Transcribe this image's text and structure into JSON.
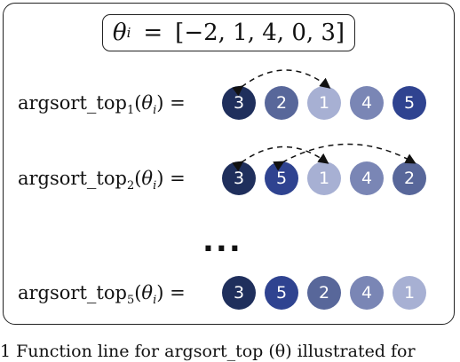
{
  "formula": {
    "symbol": "θ",
    "sub": "i",
    "eq": "=",
    "values": "[−2, 1, 4, 0, 3]"
  },
  "rows": [
    {
      "label_main": "argsort_top",
      "label_sub": "1",
      "label_paren_open": "(",
      "label_theta": "θ",
      "label_theta_sub": "i",
      "label_paren_close": ") =",
      "items": [
        {
          "value": "3",
          "color": "#1f2f5c"
        },
        {
          "value": "2",
          "color": "#58679a"
        },
        {
          "value": "1",
          "color": "#a7b0d3"
        },
        {
          "value": "4",
          "color": "#7a86b5"
        },
        {
          "value": "5",
          "color": "#2f4390"
        }
      ]
    },
    {
      "label_main": "argsort_top",
      "label_sub": "2",
      "label_paren_open": "(",
      "label_theta": "θ",
      "label_theta_sub": "i",
      "label_paren_close": ") =",
      "items": [
        {
          "value": "3",
          "color": "#1f2f5c"
        },
        {
          "value": "5",
          "color": "#2f4390"
        },
        {
          "value": "1",
          "color": "#a7b0d3"
        },
        {
          "value": "4",
          "color": "#7a86b5"
        },
        {
          "value": "2",
          "color": "#58679a"
        }
      ]
    },
    {
      "label_main": "argsort_top",
      "label_sub": "5",
      "label_paren_open": "(",
      "label_theta": "θ",
      "label_theta_sub": "i",
      "label_paren_close": ") =",
      "items": [
        {
          "value": "3",
          "color": "#1f2f5c"
        },
        {
          "value": "5",
          "color": "#2f4390"
        },
        {
          "value": "2",
          "color": "#58679a"
        },
        {
          "value": "4",
          "color": "#7a86b5"
        },
        {
          "value": "1",
          "color": "#a7b0d3"
        }
      ]
    }
  ],
  "ellipsis": "...",
  "caption": "1 Function line for argsort_top (θ) illustrated for"
}
